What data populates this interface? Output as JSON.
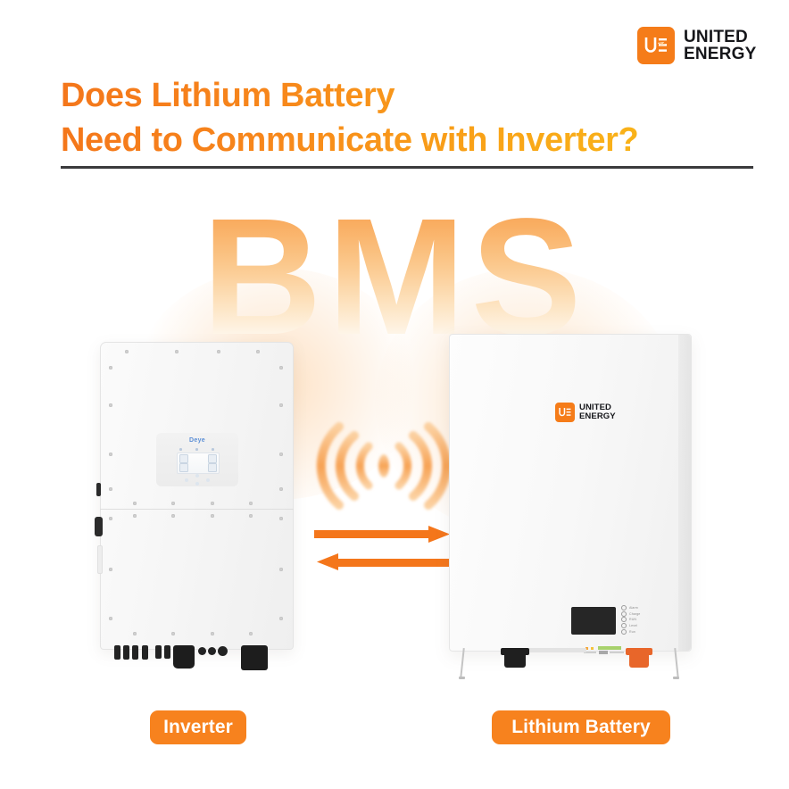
{
  "brand": {
    "logo_icon": "ue-monogram-icon",
    "line1": "UNITED",
    "line2": "ENERGY",
    "accent_color": "#F57C19"
  },
  "headline": {
    "text": "Does Lithium Battery\nNeed to Communicate with Inverter?",
    "gradient_from": "#F4761B",
    "gradient_to": "#F9C21C"
  },
  "watermark": {
    "text": "BMS",
    "gradient_from": "#F79B4E",
    "gradient_to": "#FFFFFF"
  },
  "diagram": {
    "signal_icon": "wireless-signal-icon",
    "arrow_right_icon": "arrow-right-icon",
    "arrow_left_icon": "arrow-left-icon",
    "arrow_color": "#F4761B"
  },
  "inverter": {
    "panel_brand": "Deye",
    "caption": "Inverter"
  },
  "battery": {
    "caption": "Lithium Battery",
    "led_labels": [
      "Alarm",
      "Charge",
      "RUN",
      "Level",
      "Run"
    ],
    "terminal_negative_color": "#1f1f1f",
    "terminal_positive_color": "#E8662A"
  },
  "captions": {
    "pill_color": "#F7821E",
    "text_color": "#FFFFFF"
  }
}
